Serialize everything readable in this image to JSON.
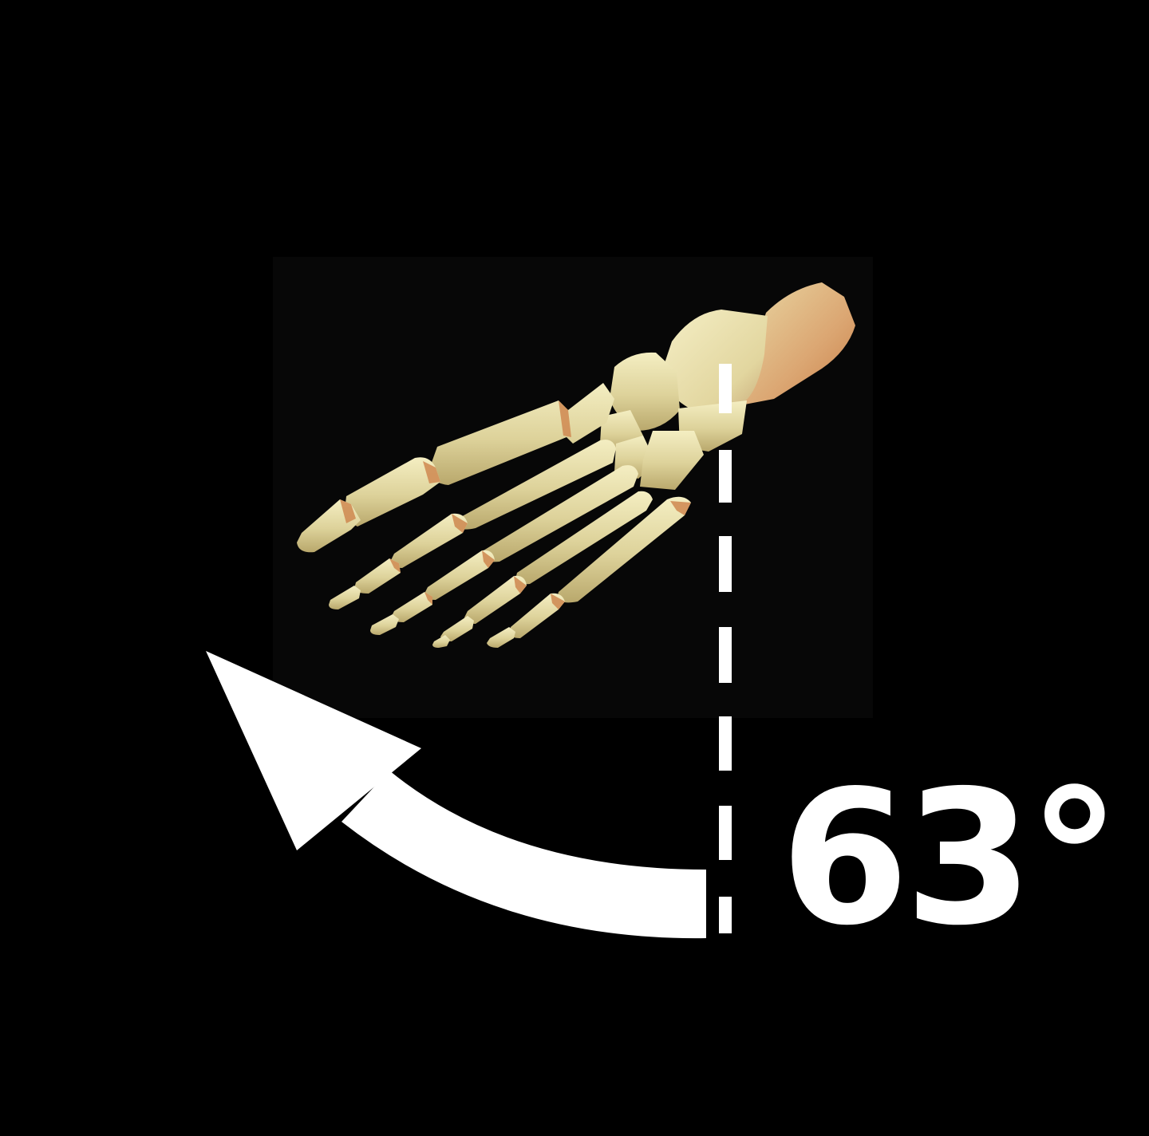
{
  "figure": {
    "angle_label": "63°",
    "angle_value_degrees": 63,
    "rotation_direction": "counterclockwise",
    "background_color": "#000000",
    "panel_color": "#070707",
    "annotation_color": "#ffffff",
    "bone_colors": {
      "light": "#f1eab9",
      "mid": "#ddd29a",
      "shadow": "#b7a56a",
      "joint": "#d08d55",
      "heel": "#d59a62"
    }
  }
}
